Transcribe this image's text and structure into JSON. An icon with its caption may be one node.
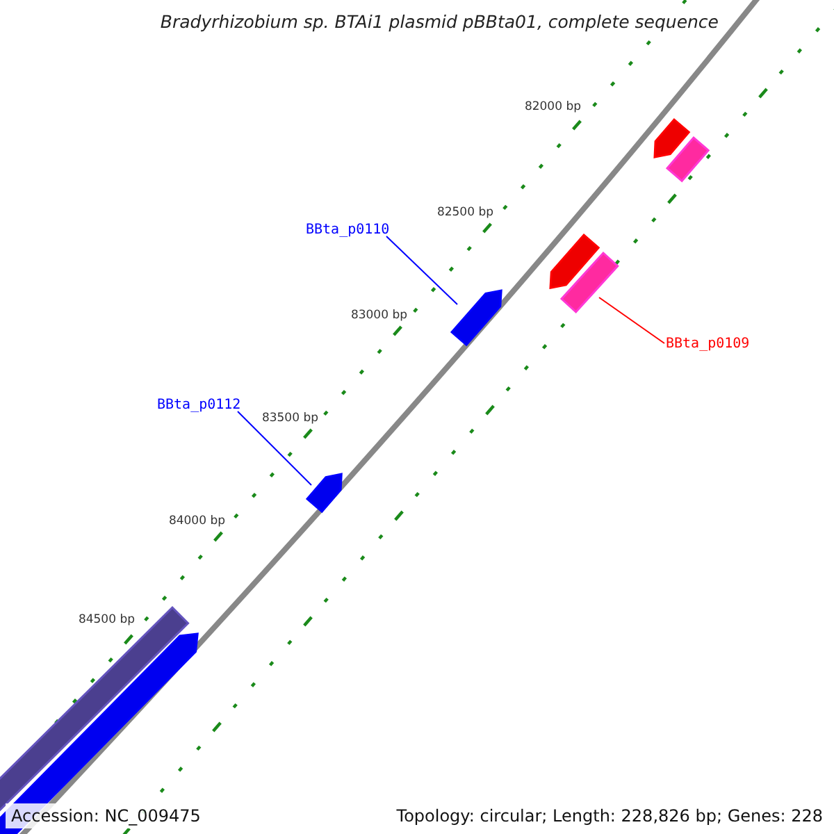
{
  "diagram": {
    "title": "Bradyrhizobium sp. BTAi1 plasmid pBBta01, complete sequence",
    "nodes": [
      {
        "text": [
          "BBta_p0110"
        ]
      },
      {
        "text": [],
        "shape": "pentagon"
      },
      {
        "text": [
          "BBta_p0112"
        ]
      },
      {
        "text": [],
        "shape": "pentagon"
      },
      {
        "text": [],
        "shape": "box"
      },
      {
        "text": [
          "BBta_p0109"
        ]
      },
      {
        "text": [],
        "shape": "pentagon"
      },
      {
        "text": [],
        "shape": "box"
      },
      {
        "text": [],
        "shape": "pentagon"
      },
      {
        "text": [],
        "shape": "box"
      },
      {
        "text": [],
        "shape": "pentagon"
      }
    ],
    "edges": [
      {
        "from": 0,
        "to": 1,
        "arrow": "none",
        "color": "#0000ff"
      },
      {
        "from": 2,
        "to": 3,
        "arrow": "none",
        "color": "#0000ff"
      },
      {
        "from": 5,
        "to": 4,
        "arrow": "none",
        "color": "#ff0000"
      }
    ],
    "labels": [
      "82000 bp",
      "82500 bp",
      "83000 bp",
      "83500 bp",
      "84000 bp",
      "84500 bp",
      "Accession: NC_009475",
      "Topology: circular; Length: 228,826 bp; Genes: 228"
    ]
  }
}
